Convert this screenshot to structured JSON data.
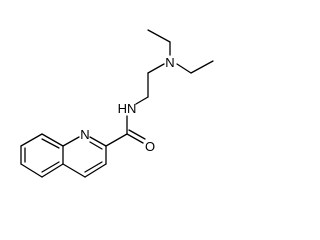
{
  "molecule": {
    "atoms": {
      "ring_n": "N",
      "amide_n": "HN",
      "carbonyl_o": "O",
      "amine_n": "N"
    }
  }
}
